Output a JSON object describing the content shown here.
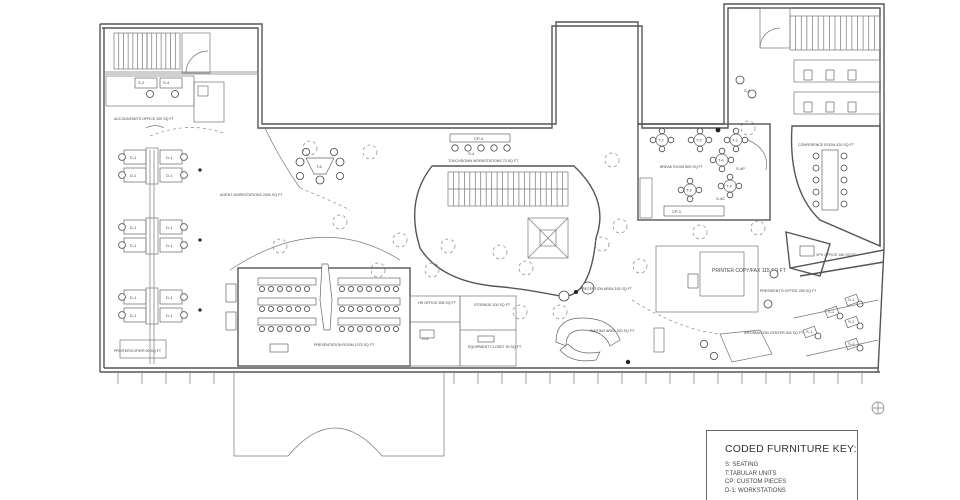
{
  "rooms": {
    "accountants": "ACCOUNTANTS OFFICE 200 SQ FT",
    "agent_workstations": "AGENT WORKSTATIONS 2000 SQ FT",
    "touchdown": "TOUCHDOWN WORKSTATIONS 70 SQ FT",
    "break_room": "BREAK ROOM 800 SQ FT",
    "conference": "CONFERENCE ROOM 420 SQ FT",
    "vps_office": "VPS OFFICE 160 SQ FT",
    "presidents_office": "PRESIDENT'S OFFICE 250 SQ FT",
    "printer_copy": "PRINTER COPY/FAX 115 SQ FT",
    "reception": "RECEPTION AREA 315 SQ FT",
    "waiting": "WAITING AREA 400 SQ FT",
    "information": "INFORMATION CENTER 304 SQ FT",
    "storage": "STORAGE 100 SQ FT",
    "equipment": "EQUIPMENT CLOSET 90 SQ FT",
    "hr_office": "HR OFFICE 208 SQ FT",
    "presentation": "PRESENTATION ROOM 1075 SQ FT",
    "printer_copier": "PRINTER/COPIER 90 SQ FT"
  },
  "codes": {
    "d1": "D-1",
    "s1": "S-1",
    "s2": "S-2",
    "s4": "S-4",
    "s4p": "S-4P",
    "s4c": "S-4C",
    "t2": "T-2",
    "t4": "T-4",
    "t5": "T-5",
    "cp4": "CP-4",
    "cp1": "CP-1",
    "d4": "D-4",
    "b1": "B-1"
  },
  "legend": {
    "title": "CODED FURNITURE KEY:",
    "items": [
      "S: SEATING",
      "T:TABULAR UNITS",
      "CP: CUSTOM PIECES",
      "D-1: WORKSTATIONS"
    ]
  }
}
